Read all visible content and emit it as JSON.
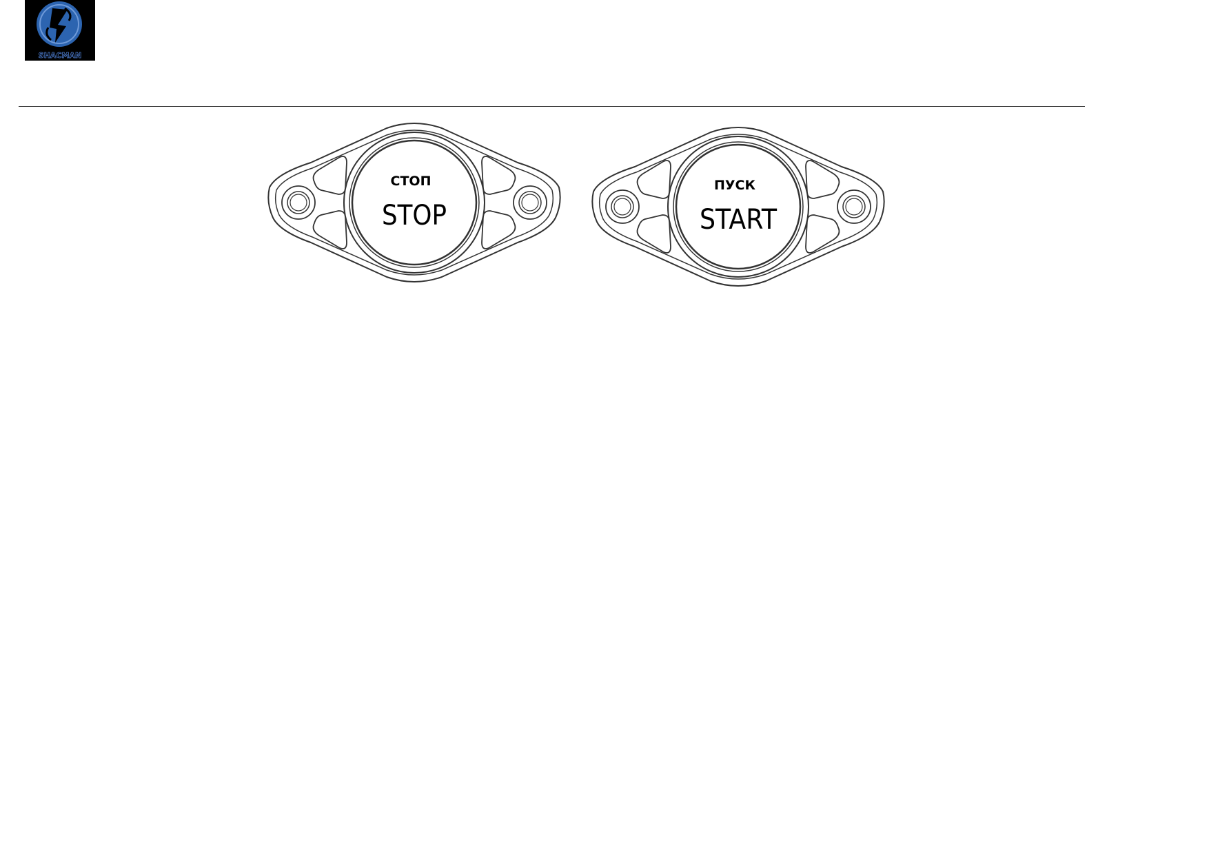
{
  "header": {
    "logo_text": "SHACMAN",
    "logo_colors": {
      "background": "#000000",
      "emblem": "#2c64b0",
      "emblem_light": "#6f9ad8"
    }
  },
  "buttons": [
    {
      "label_ru": "СТОП",
      "label_en": "STOP"
    },
    {
      "label_ru": "ПУСК",
      "label_en": "START"
    }
  ],
  "colors": {
    "line": "#333333",
    "background": "#ffffff"
  }
}
